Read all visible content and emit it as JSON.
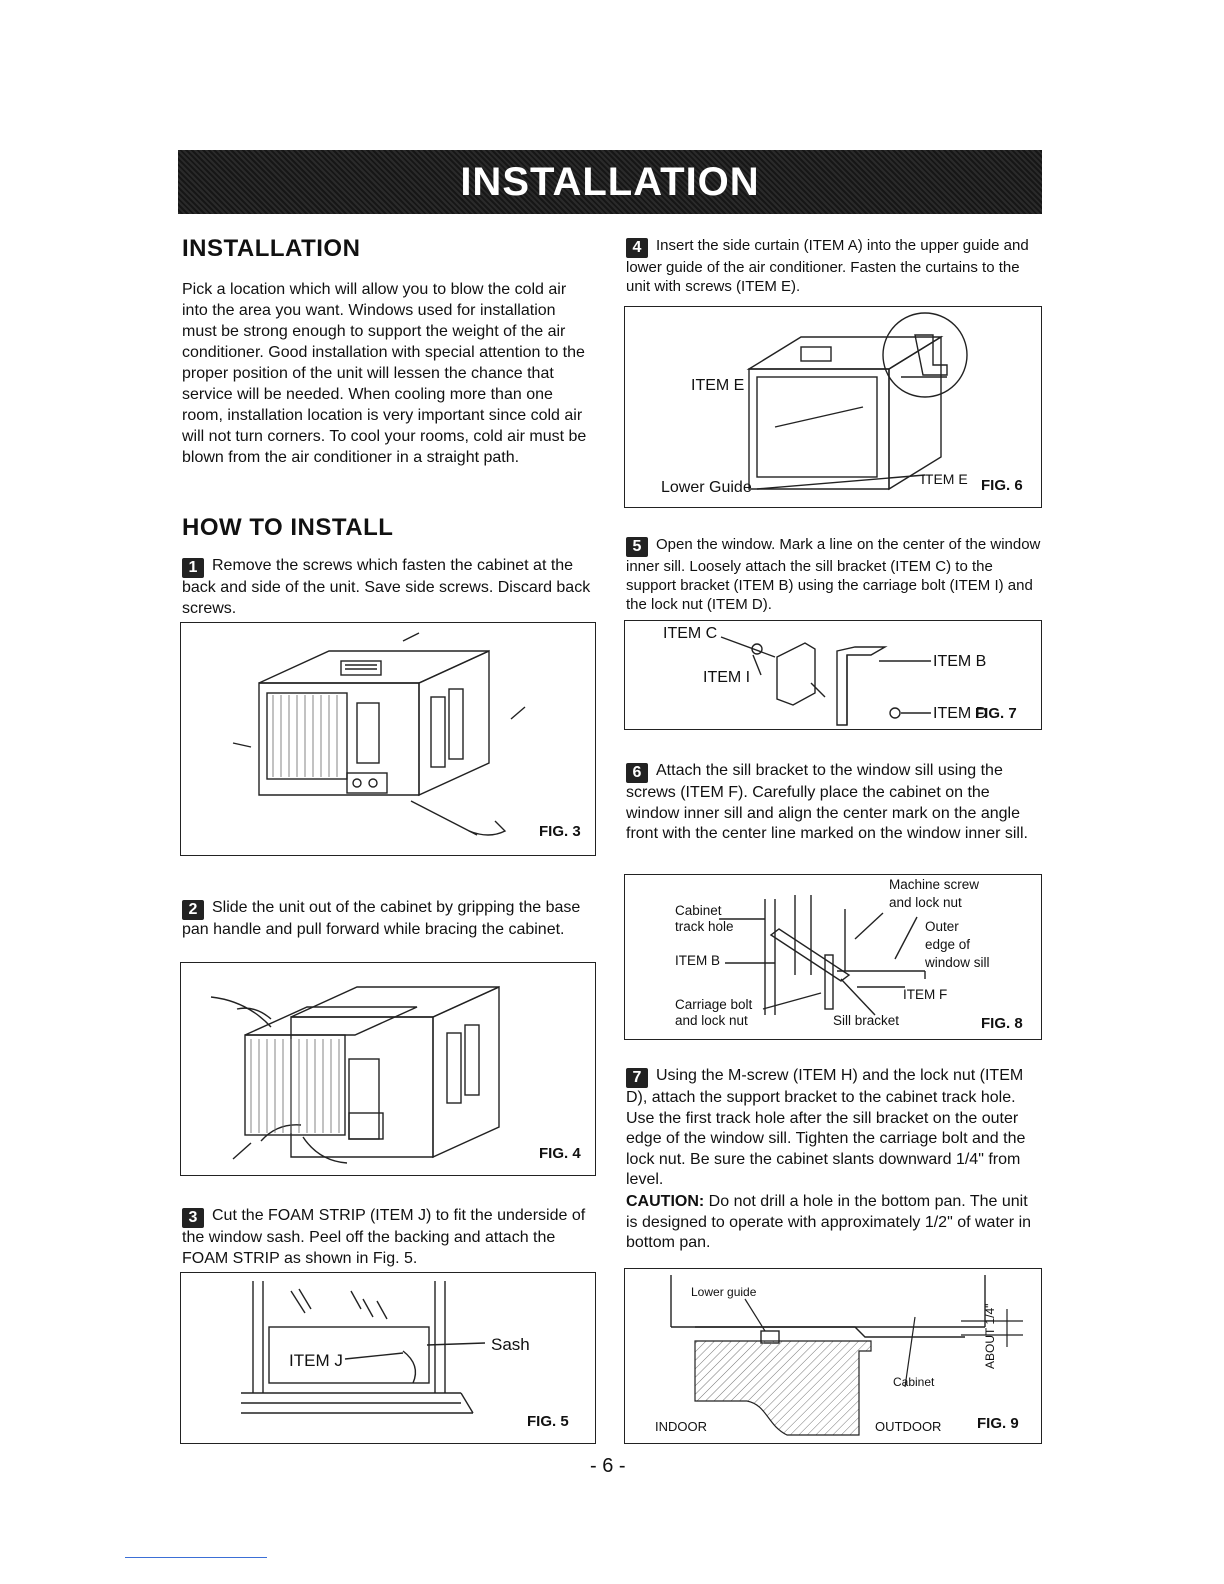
{
  "banner": {
    "title": "INSTALLATION"
  },
  "left": {
    "section1_title": "INSTALLATION",
    "section1_text": "Pick a location which will allow you to blow the cold air into the area you want. Windows used for installation must be strong enough to support the weight of the air conditioner. Good installation with special attention to the proper position of the unit will lessen the chance that service will be needed. When cooling more than one room, installation location is very important since cold air will not turn corners. To cool your rooms, cold air must be blown from the air conditioner in a straight path.",
    "section2_title": "HOW TO INSTALL"
  },
  "steps": [
    {
      "num": "1",
      "text": "Remove the screws which fasten the cabinet at the back and side of the unit. Save side screws. Discard back screws."
    },
    {
      "num": "2",
      "text": "Slide the unit out of the cabinet by gripping the base pan handle and pull forward while bracing the cabinet."
    },
    {
      "num": "3",
      "text": "Cut the FOAM STRIP (ITEM J) to fit the underside of the window sash. Peel off the backing and attach the FOAM STRIP as shown in Fig. 5."
    },
    {
      "num": "4",
      "text": "Insert the side curtain (ITEM A) into the upper guide and lower guide of the air conditioner. Fasten the curtains to the unit with screws (ITEM E)."
    },
    {
      "num": "5",
      "text": "Open the window. Mark a line on the center of the window inner sill. Loosely attach the sill bracket (ITEM C) to the support bracket (ITEM B) using the carriage bolt (ITEM I) and the lock nut (ITEM D)."
    },
    {
      "num": "6",
      "text": "Attach the sill bracket to the window sill using the screws (ITEM F). Carefully place the cabinet on the window inner sill and align the center mark on the angle front with the center line marked on the window inner sill."
    },
    {
      "num": "7",
      "text": "Using the M-screw (ITEM H) and the lock nut (ITEM D), attach the support bracket to the cabinet track hole. Use the first track hole after the sill bracket on the outer edge of the window sill. Tighten the carriage bolt and the lock nut. Be sure the cabinet slants downward 1/4\" from level."
    }
  ],
  "caution": {
    "label": "CAUTION:",
    "text": " Do not drill a hole in the bottom pan. The unit is designed to operate with approximately 1/2\" of water in bottom pan."
  },
  "figures": {
    "fig3": {
      "label": "FIG. 3"
    },
    "fig4": {
      "label": "FIG. 4"
    },
    "fig5": {
      "label": "FIG. 5",
      "item_j": "ITEM J",
      "sash": "Sash"
    },
    "fig6": {
      "label": "FIG. 6",
      "item_e_top": "ITEM E",
      "lower_guide": "Lower Guide",
      "item_e_bottom": "ITEM E"
    },
    "fig7": {
      "label": "FIG. 7",
      "item_c": "ITEM C",
      "item_i": "ITEM I",
      "item_b": "ITEM B",
      "item_d": "ITEM D"
    },
    "fig8": {
      "label": "FIG. 8",
      "machine_screw": "Machine screw",
      "and_lock_nut": "and lock nut",
      "cabinet": "Cabinet",
      "track_hole": "track hole",
      "outer": "Outer",
      "edge_of": "edge of",
      "window_sill": "window sill",
      "item_b": "ITEM B",
      "item_f": "ITEM F",
      "carriage_bolt": "Carriage bolt",
      "and_lock_nut2": "and lock nut",
      "sill_bracket": "Sill bracket"
    },
    "fig9": {
      "label": "FIG. 9",
      "lower_guide": "Lower guide",
      "cabinet": "Cabinet",
      "indoor": "INDOOR",
      "outdoor": "OUTDOOR",
      "about": "ABOUT 1/4\""
    }
  },
  "page_number": "- 6 -"
}
